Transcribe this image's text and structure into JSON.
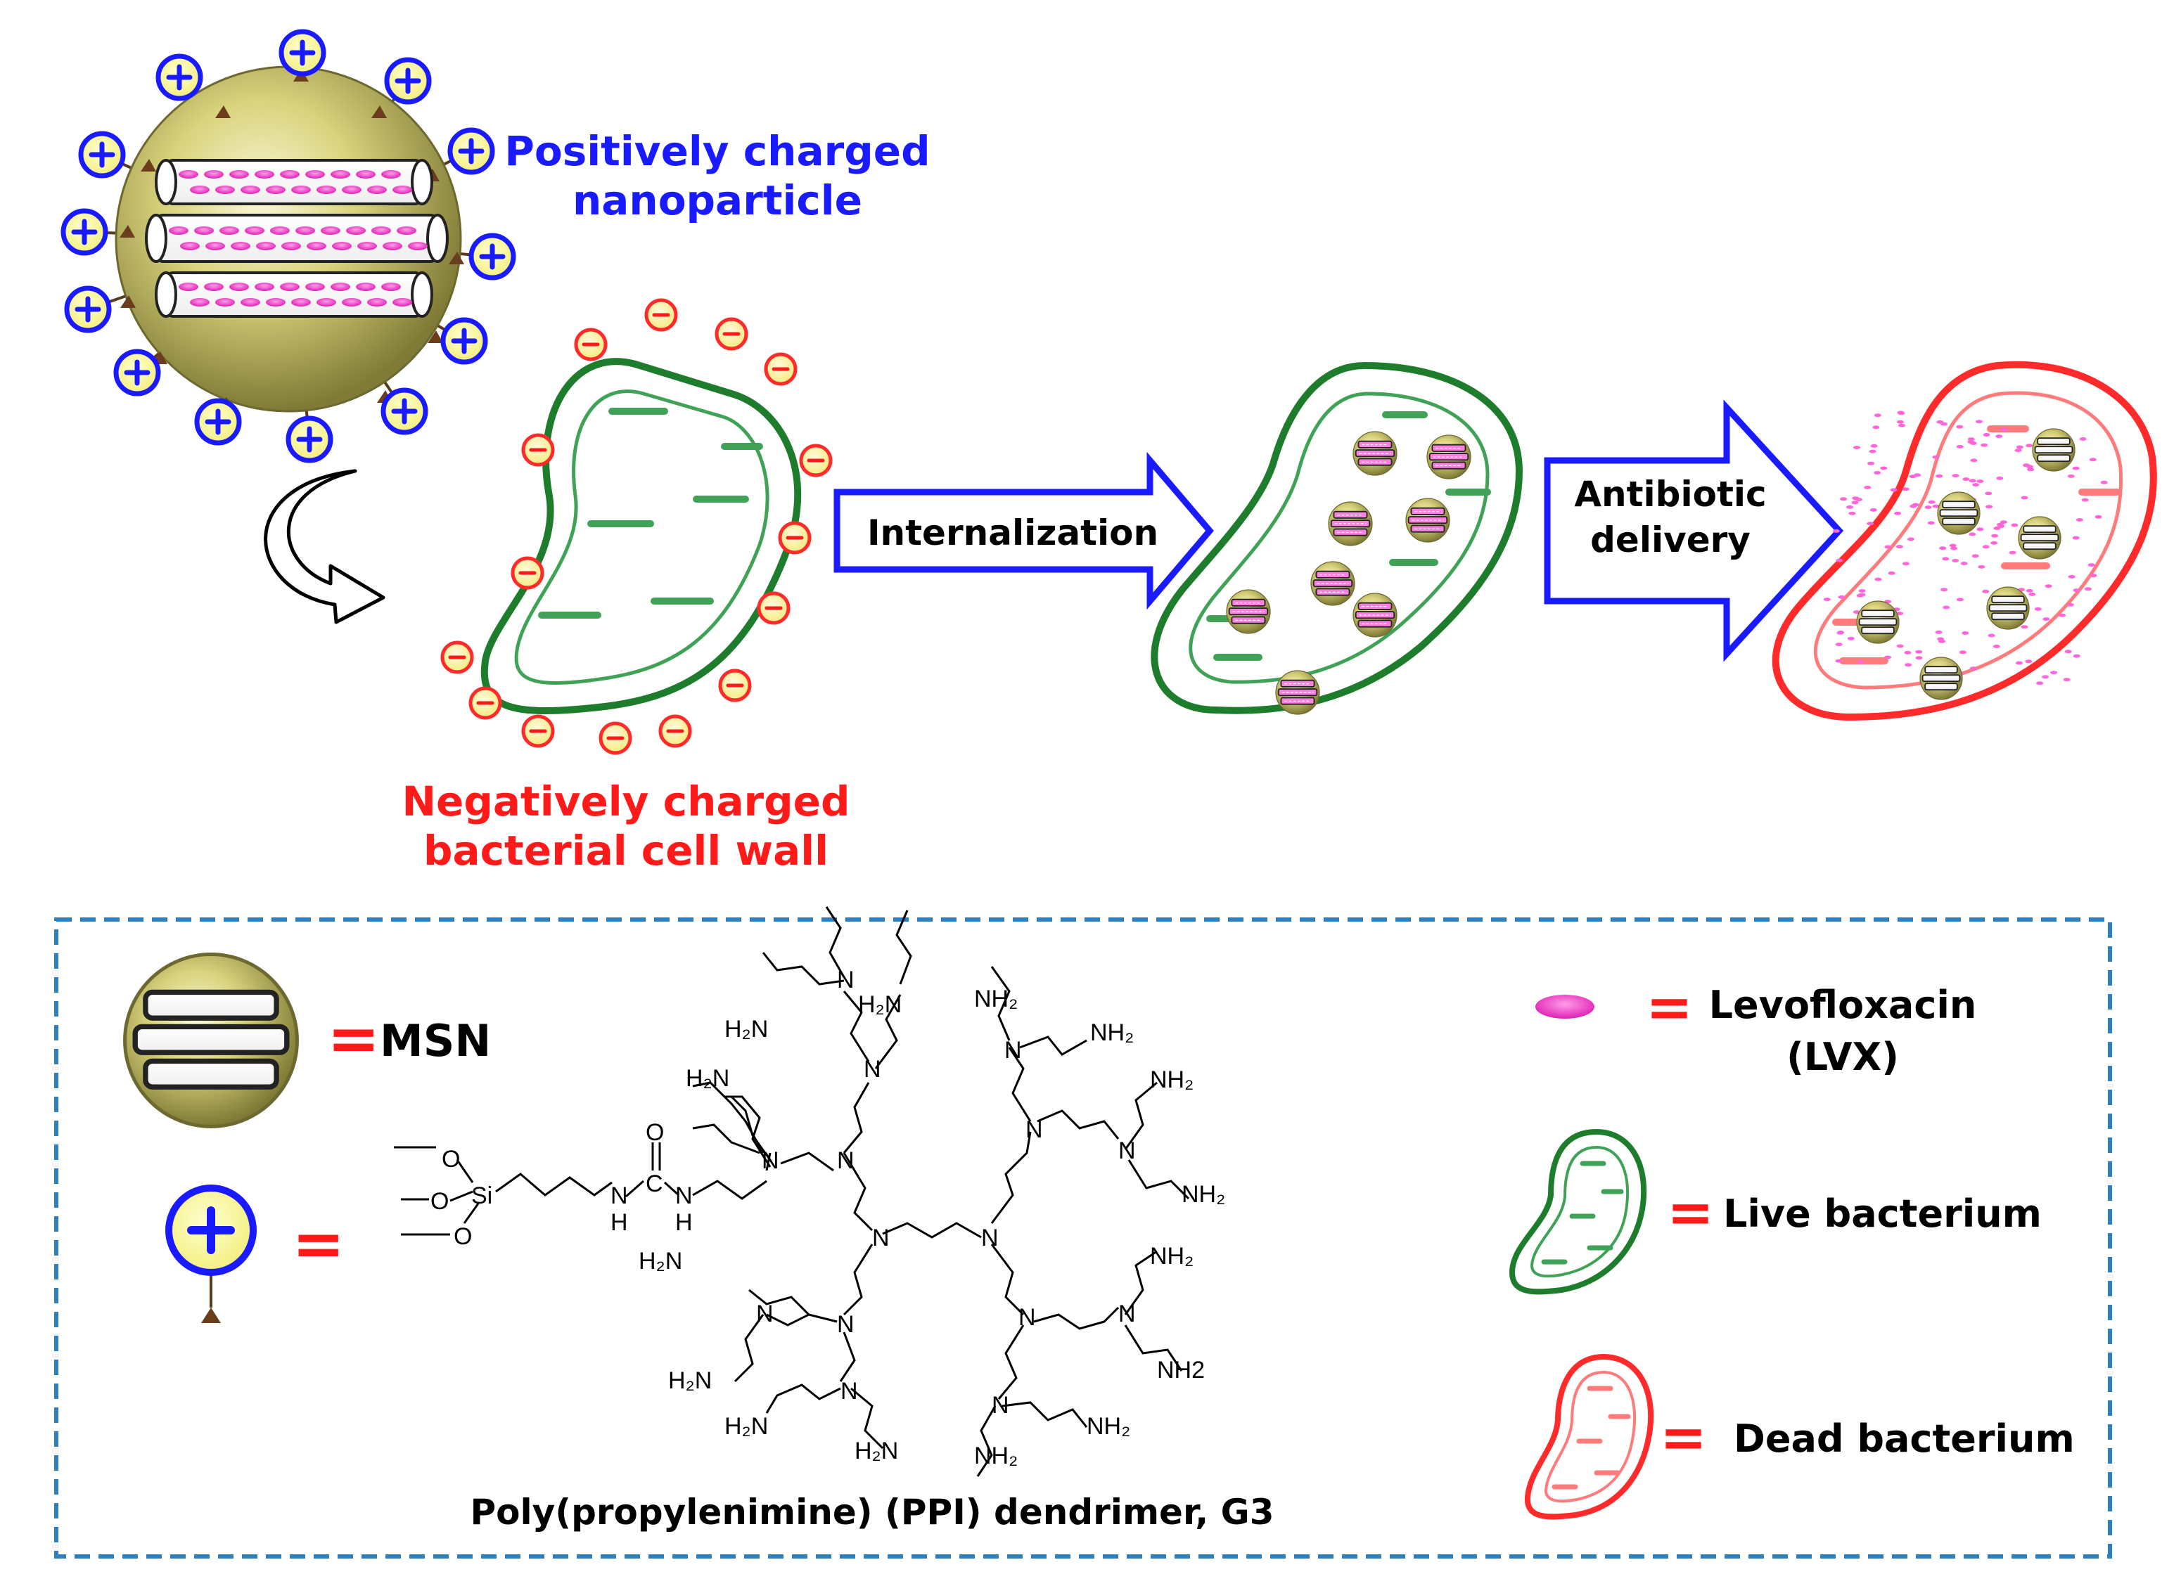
{
  "colors": {
    "positive_text": "#1a1aff",
    "negative_text": "#ff1a1a",
    "live_bacterium": "#1e7d2c",
    "dead_bacterium": "#ff2a2a",
    "arrow_outline": "#1a1aff",
    "legend_border": "#2c7fc0",
    "equals": "#ff1a1a",
    "drug": "#ff33cc",
    "particle": "#d7d27a"
  },
  "top": {
    "positive_label_line1": "Positively charged",
    "positive_label_line2": "nanoparticle",
    "negative_label_line1": "Negatively charged",
    "negative_label_line2": "bacterial cell wall",
    "arrow1_label": "Internalization",
    "arrow2_label_line1": "Antibiotic",
    "arrow2_label_line2": "delivery",
    "plus_sign": "+",
    "minus_sign": "−"
  },
  "legend": {
    "equals": "=",
    "msn_label": "MSN",
    "levofloxacin_line1": "Levofloxacin",
    "levofloxacin_line2": "(LVX)",
    "live_label": "Live bacterium",
    "dead_label": "Dead bacterium",
    "dendrimer_caption": "Poly(propylenimine) (PPI) dendrimer, G3"
  },
  "chem": {
    "N": "N",
    "O": "O",
    "H": "H",
    "Si": "Si",
    "C": "C",
    "H2N": "H₂N",
    "NH2": "NH₂",
    "NH2_plain": "NH2"
  }
}
